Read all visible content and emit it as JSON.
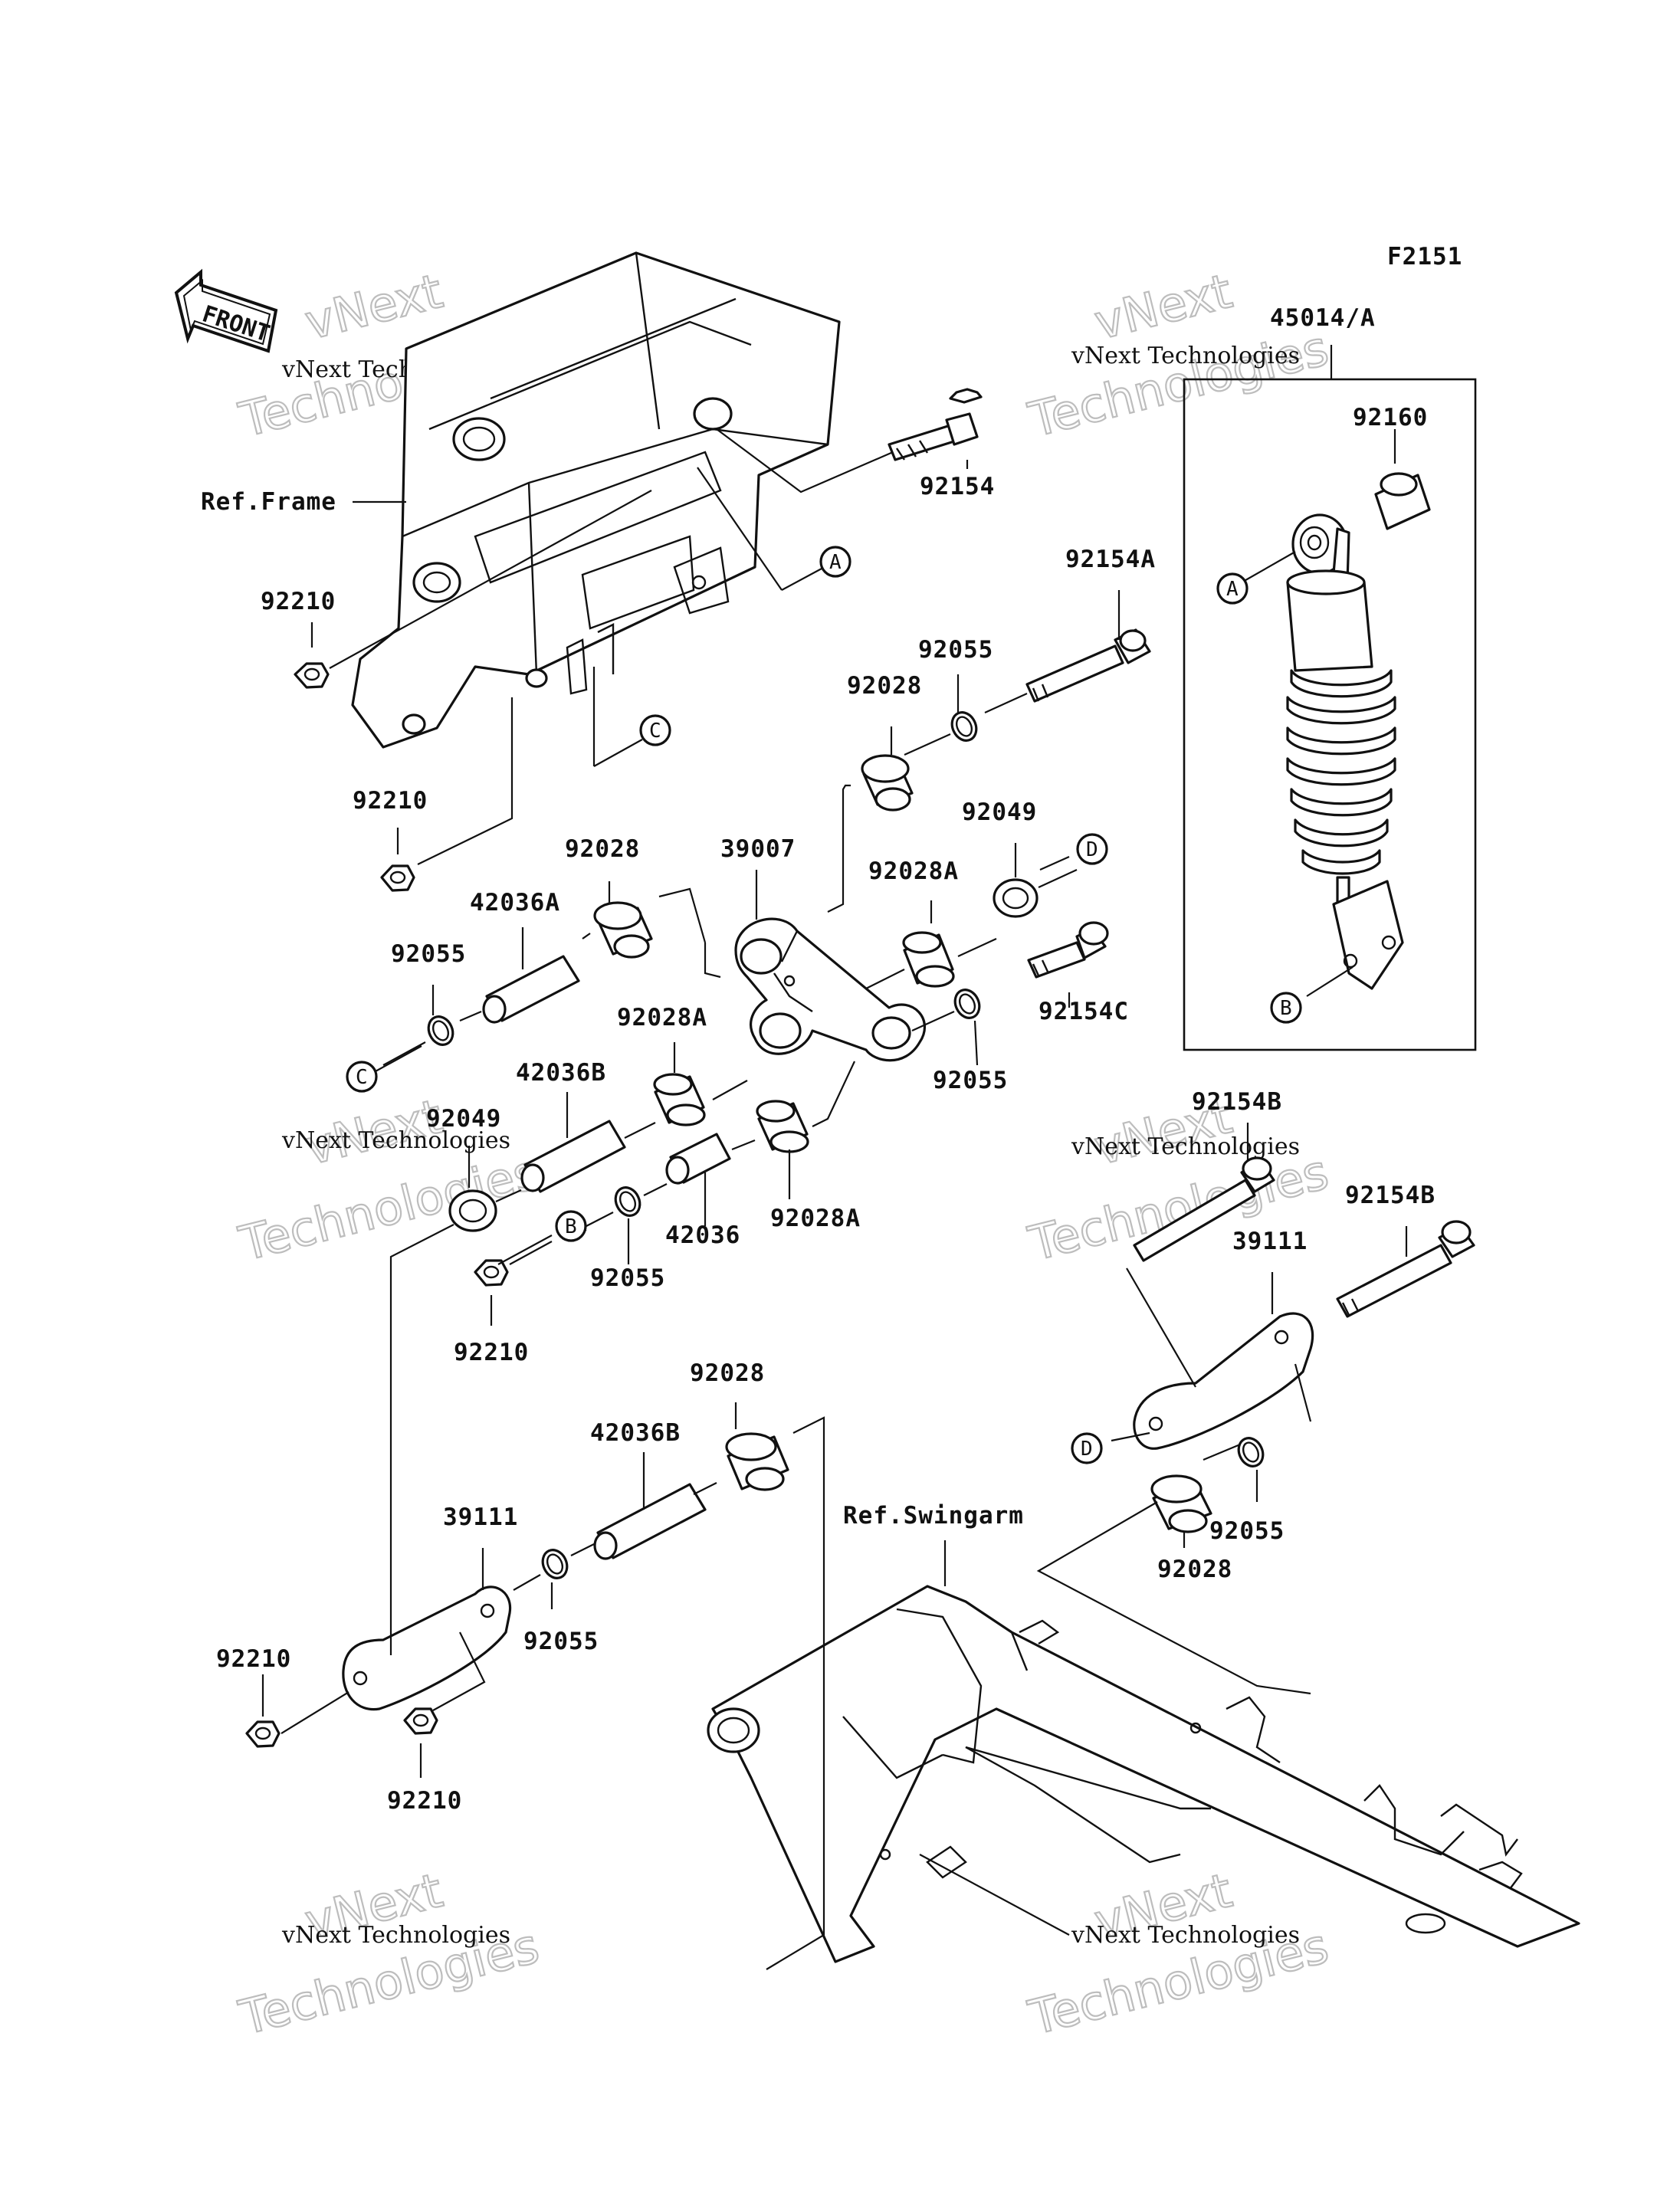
{
  "figure_code": "F2151",
  "front_label": "FRONT",
  "watermark": {
    "line1": "vNext Technologies",
    "line2": "vNext",
    "line3": "Technologies"
  },
  "refs": {
    "frame": "Ref.Frame",
    "swingarm": "Ref.Swingarm"
  },
  "callouts": {
    "A": "A",
    "B": "B",
    "C": "C",
    "D": "D"
  },
  "parts": {
    "p45014A": "45014/A",
    "p92160": "92160",
    "p92154": "92154",
    "p92154A": "92154A",
    "p92154B": "92154B",
    "p92154C": "92154C",
    "p92210": "92210",
    "p92055": "92055",
    "p92028": "92028",
    "p92028A": "92028A",
    "p92049": "92049",
    "p39007": "39007",
    "p39111": "39111",
    "p42036": "42036",
    "p42036A": "42036A",
    "p42036B": "42036B"
  }
}
